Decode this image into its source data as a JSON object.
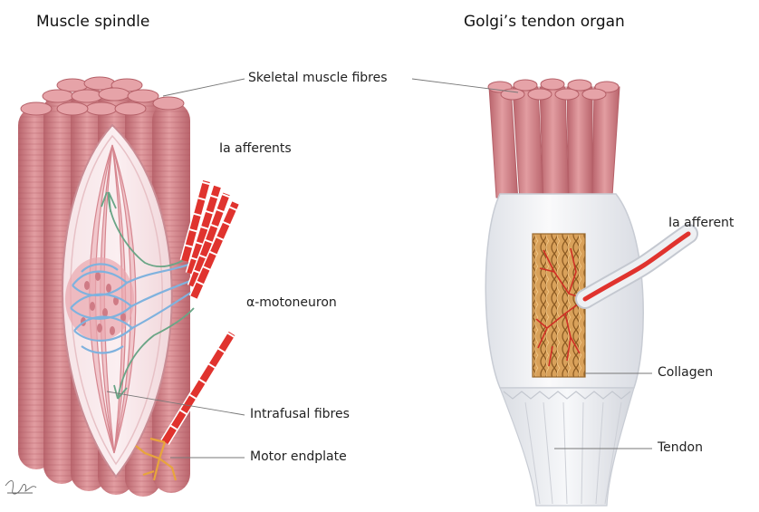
{
  "titles": {
    "left": "Muscle spindle",
    "right": "Golgi’s tendon organ"
  },
  "labels": {
    "skeletal_muscle_fibres": "Skeletal muscle fibres",
    "ia_afferents": "Ia afferents",
    "alpha_motoneuron": "α-motoneuron",
    "intrafusal_fibres": "Intrafusal fibres",
    "motor_endplate": "Motor endplate",
    "ia_afferent": "Ia afferent",
    "collagen": "Collagen",
    "tendon": "Tendon"
  },
  "colors": {
    "muscle": "#d9868c",
    "muscle_dark": "#b65d66",
    "muscle_light": "#eba9ad",
    "nerve_red": "#e0332e",
    "nerve_green": "#6aa586",
    "nerve_blue": "#7fb2de",
    "capsule": "#f2f3f6",
    "collagen": "#d98a2f",
    "endplate": "#e8a53c",
    "leader": "#777777"
  }
}
